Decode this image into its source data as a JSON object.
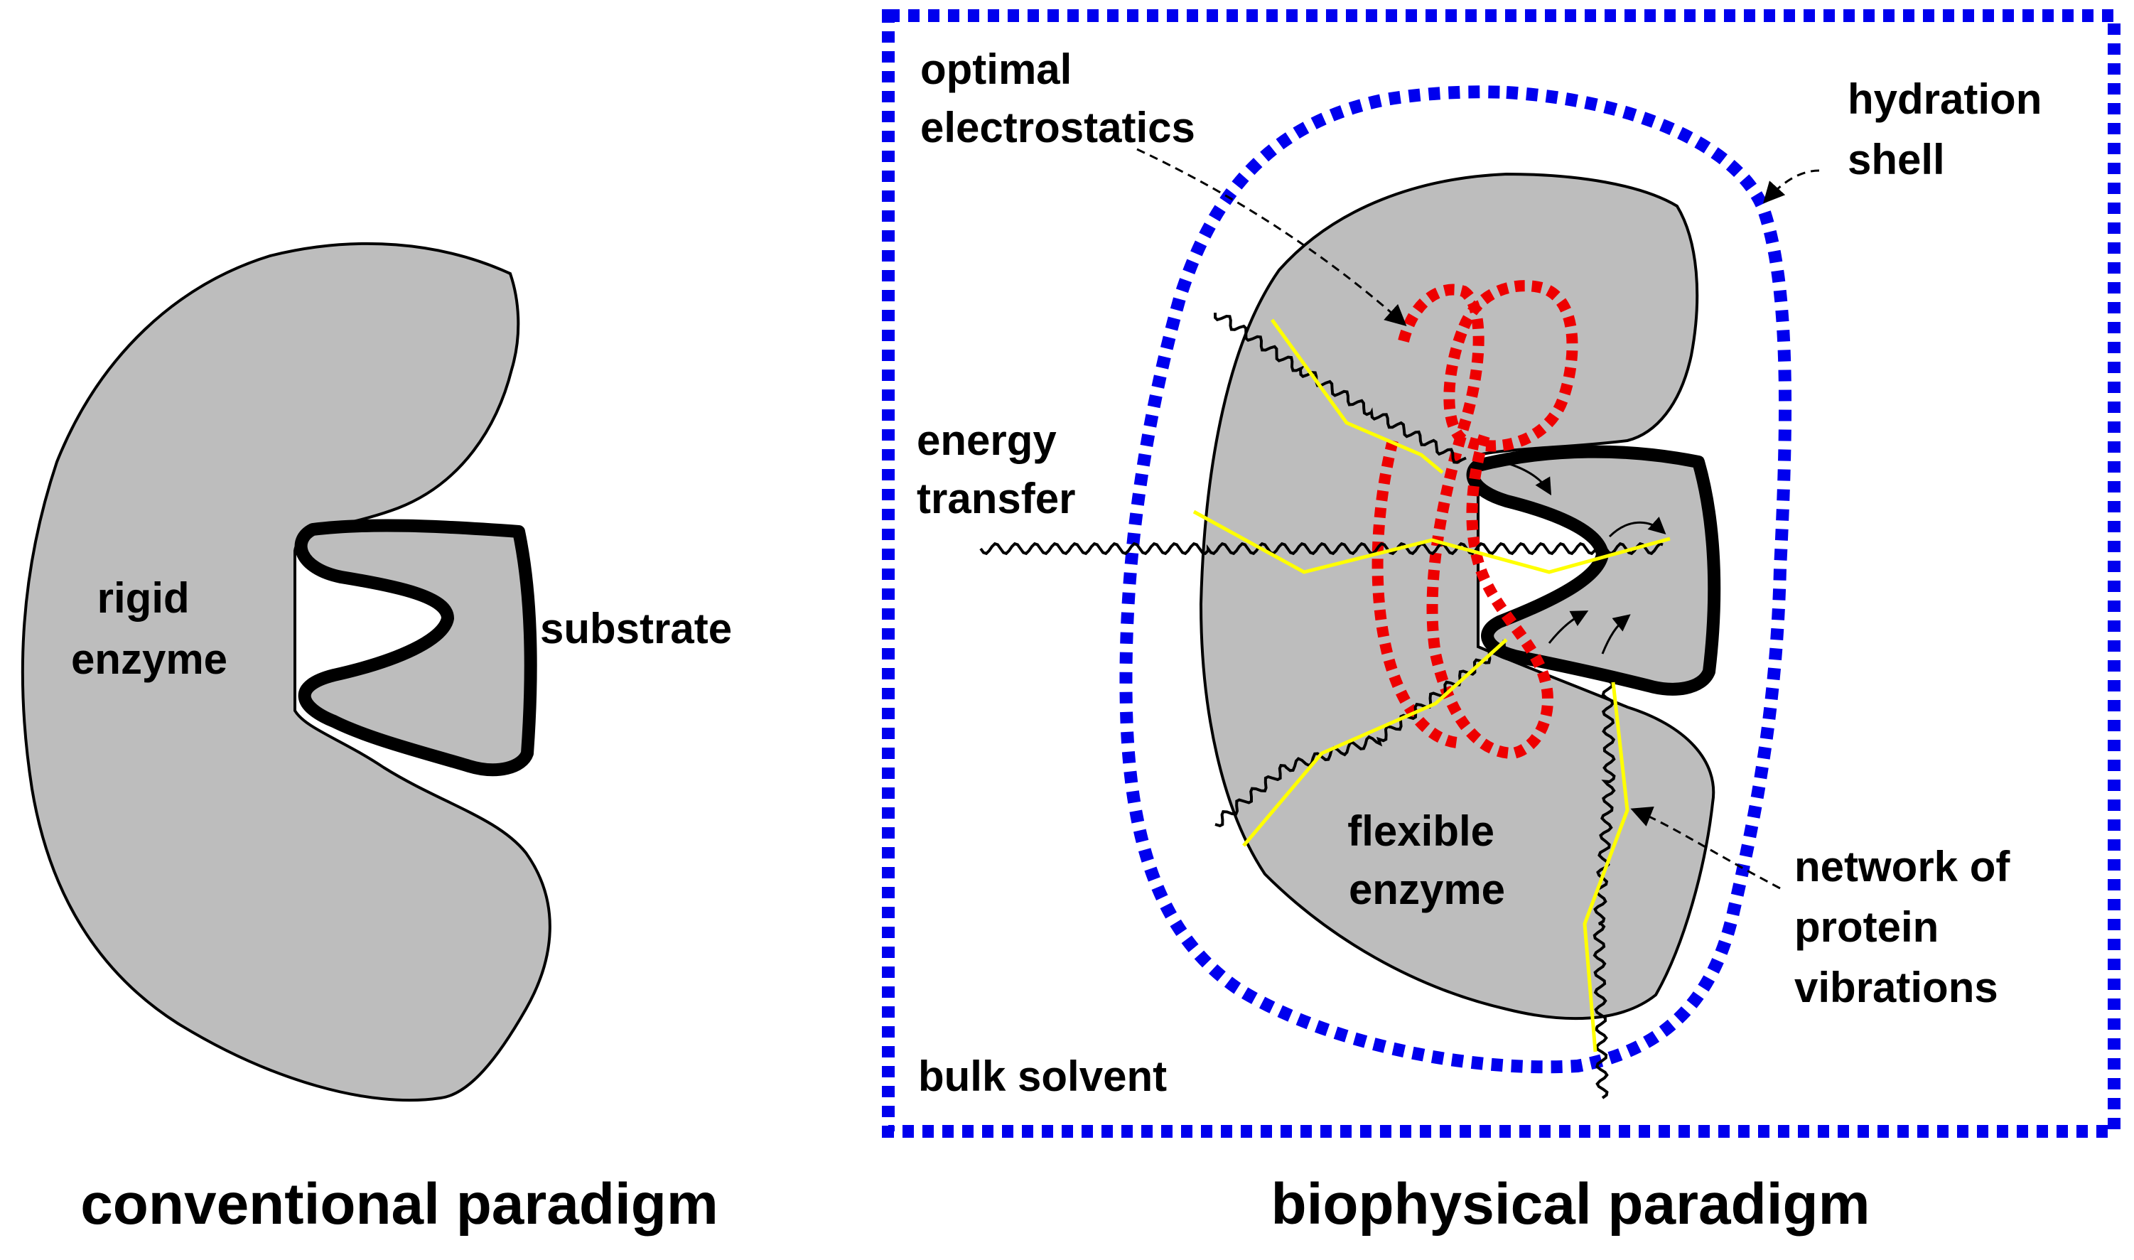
{
  "colors": {
    "enzyme_fill": "#bdbdbd",
    "outline": "#000000",
    "hydration_shell": "#0000ee",
    "electrostatics": "#ee0000",
    "energy_path": "#ffff00",
    "background": "#ffffff"
  },
  "left_panel": {
    "enzyme_label": [
      "rigid",
      "enzyme"
    ],
    "substrate_label": "substrate",
    "caption": "conventional paradigm"
  },
  "right_panel": {
    "electrostatics_label": [
      "optimal",
      "electrostatics"
    ],
    "hydration_label": [
      "hydration",
      "shell"
    ],
    "energy_label": [
      "energy",
      "transfer"
    ],
    "enzyme_label": [
      "flexible",
      "enzyme"
    ],
    "network_label": [
      "network of",
      "protein",
      "vibrations"
    ],
    "solvent_label": "bulk solvent",
    "caption": "biophysical paradigm"
  }
}
